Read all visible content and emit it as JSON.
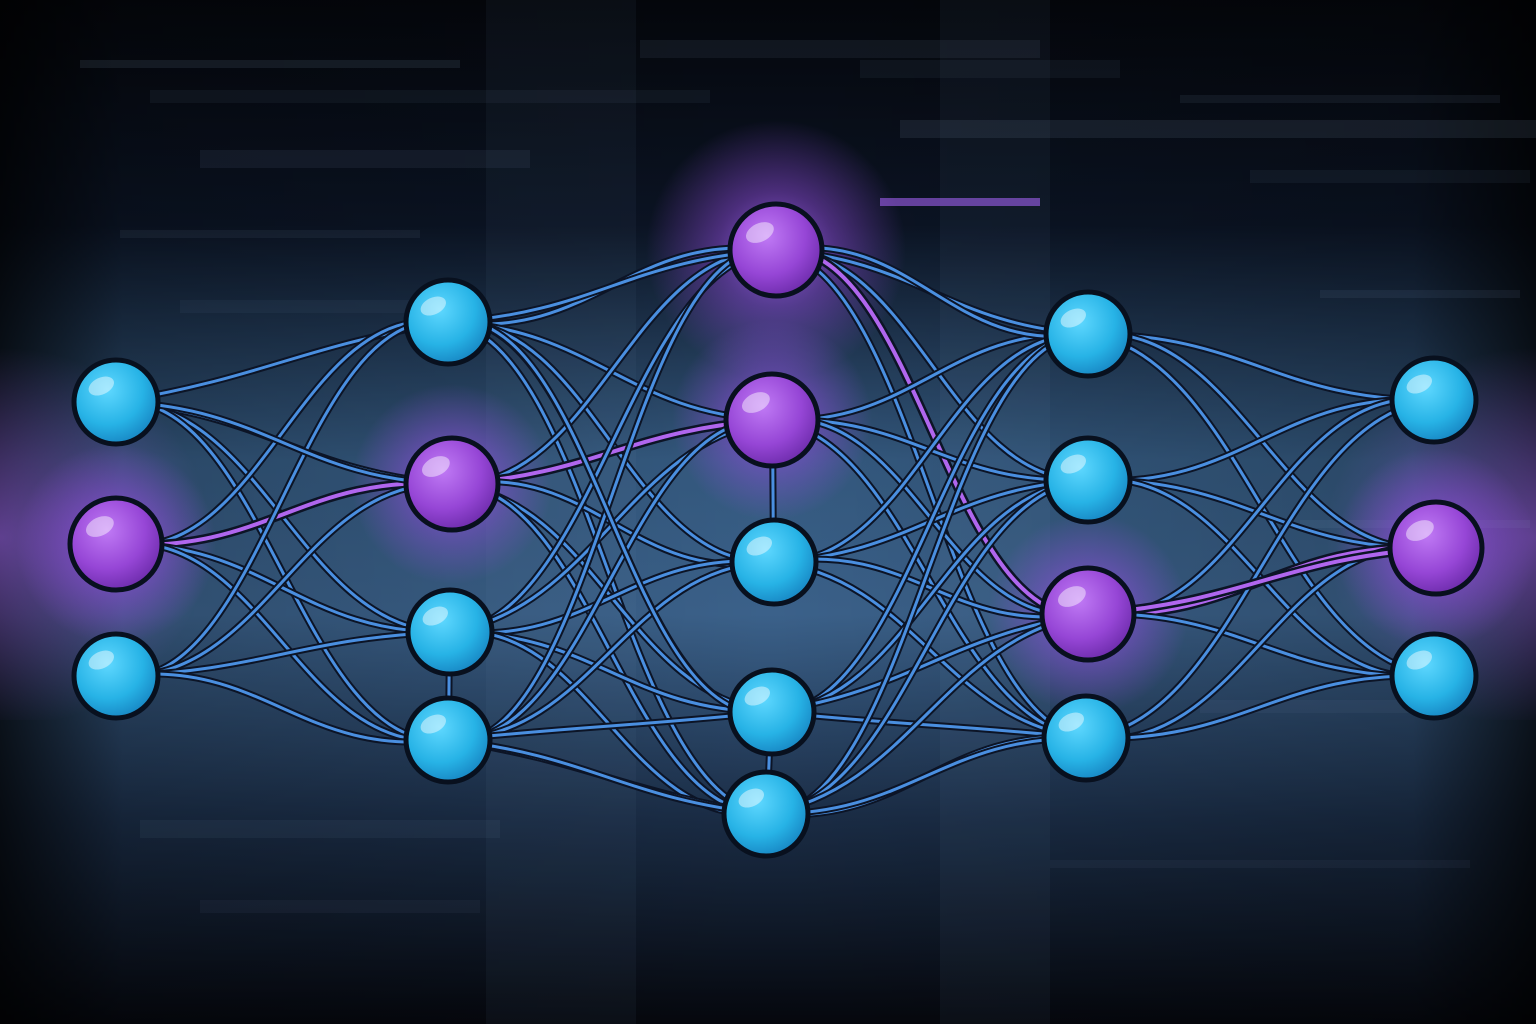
{
  "diagram": {
    "type": "network-graph",
    "colors": {
      "background_dark": "#05070d",
      "background_blue": "#3a5f86",
      "edge_blue": "#4a8fe0",
      "edge_dark": "#0c1426",
      "edge_violet": "#b066ee",
      "node_cyan": "#29b8e8",
      "node_purple": "#9a4ad8",
      "node_outline": "#08101e",
      "glow_purple": "#a857ff"
    },
    "layers": [
      {
        "name": "layer-1",
        "nodes": [
          {
            "id": "n1a",
            "color": "cyan"
          },
          {
            "id": "n1b",
            "color": "purple"
          },
          {
            "id": "n1c",
            "color": "cyan"
          }
        ]
      },
      {
        "name": "layer-2",
        "nodes": [
          {
            "id": "n2a",
            "color": "cyan"
          },
          {
            "id": "n2b",
            "color": "purple"
          },
          {
            "id": "n2c",
            "color": "cyan"
          },
          {
            "id": "n2d",
            "color": "cyan"
          }
        ]
      },
      {
        "name": "layer-3",
        "nodes": [
          {
            "id": "n3a",
            "color": "purple"
          },
          {
            "id": "n3b",
            "color": "purple"
          },
          {
            "id": "n3c",
            "color": "cyan"
          },
          {
            "id": "n3d",
            "color": "cyan"
          },
          {
            "id": "n3e",
            "color": "cyan"
          }
        ]
      },
      {
        "name": "layer-4",
        "nodes": [
          {
            "id": "n4a",
            "color": "cyan"
          },
          {
            "id": "n4b",
            "color": "cyan"
          },
          {
            "id": "n4c",
            "color": "purple"
          },
          {
            "id": "n4d",
            "color": "cyan"
          }
        ]
      },
      {
        "name": "layer-5",
        "nodes": [
          {
            "id": "n5a",
            "color": "cyan"
          },
          {
            "id": "n5b",
            "color": "purple"
          },
          {
            "id": "n5c",
            "color": "cyan"
          }
        ]
      }
    ],
    "highlighted_path": [
      "n1b",
      "n2b",
      "n3b",
      "n3a",
      "n4c",
      "n5b"
    ]
  }
}
